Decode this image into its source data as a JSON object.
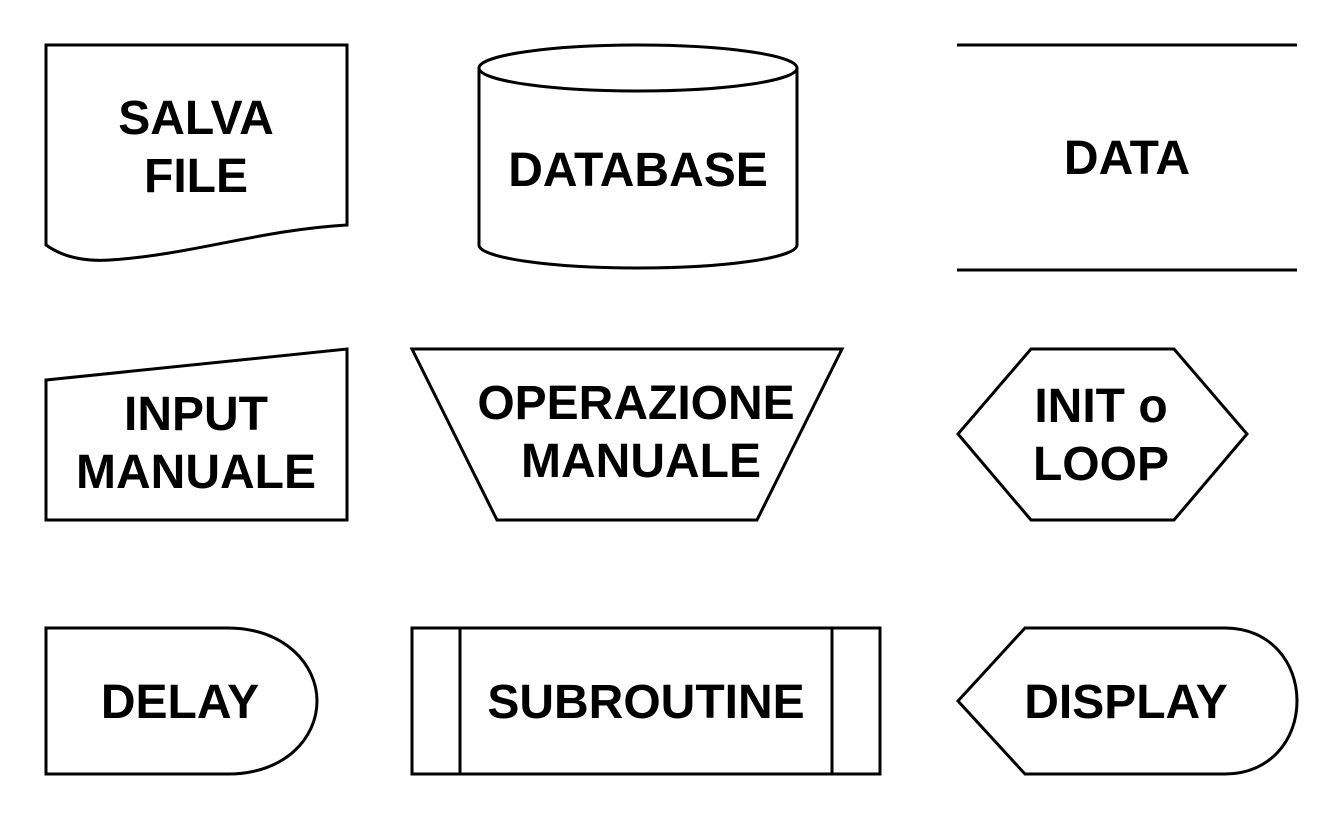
{
  "diagram": {
    "stroke_color": "#000000",
    "background": "#ffffff",
    "shapes": [
      {
        "kind": "document",
        "lines": [
          "SALVA",
          "FILE"
        ]
      },
      {
        "kind": "cylinder",
        "lines": [
          "DATABASE"
        ]
      },
      {
        "kind": "stored-data-lines",
        "lines": [
          "DATA"
        ]
      },
      {
        "kind": "manual-input",
        "lines": [
          "INPUT",
          "MANUALE"
        ]
      },
      {
        "kind": "manual-operation",
        "lines": [
          "OPERAZIONE",
          "MANUALE"
        ]
      },
      {
        "kind": "hexagon-preparation",
        "lines": [
          "INIT o",
          "LOOP"
        ]
      },
      {
        "kind": "delay",
        "lines": [
          "DELAY"
        ]
      },
      {
        "kind": "predefined-process",
        "lines": [
          "SUBROUTINE"
        ]
      },
      {
        "kind": "display",
        "lines": [
          "DISPLAY"
        ]
      }
    ]
  }
}
